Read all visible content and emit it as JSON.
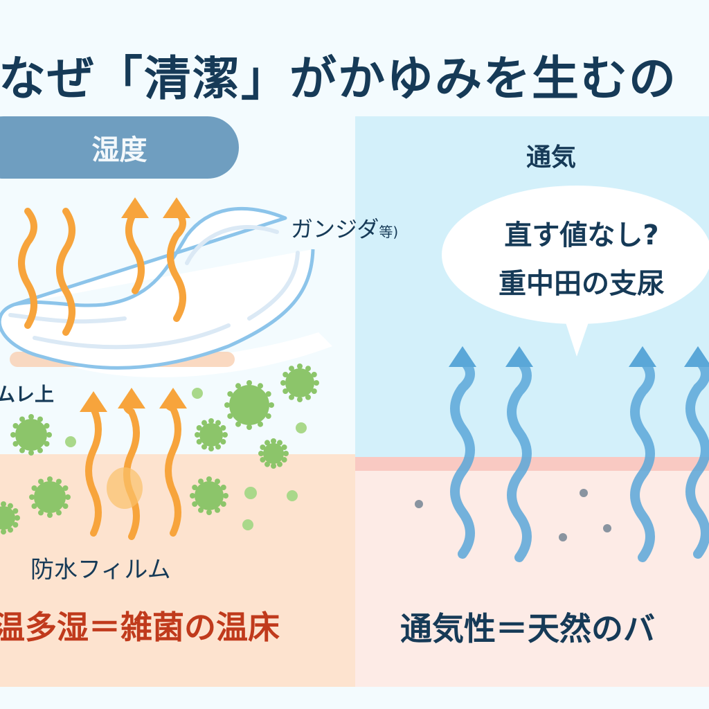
{
  "title": "なぜ「清潔」がかゆみを生むの",
  "left_panel": {
    "header": "湿度",
    "pad_label": "ガンジダ",
    "pad_label_suffix": "等)",
    "moisture_label": "ムレ上",
    "film_label": "防水フィルム",
    "caption": "温多湿＝雑菌の温床"
  },
  "right_panel": {
    "header": "通気",
    "bubble_line1": "直す値なし?",
    "bubble_line2": "重中田の支尿",
    "caption": "通気性＝天然のバ"
  },
  "colors": {
    "title": "#163a57",
    "left_caption": "#c03a1c",
    "orange_arrow": "#f7a43c",
    "blue_arrow": "#5aa7d8",
    "bacteria": "#8cc56a",
    "pad_outline": "#8cc4ea"
  }
}
